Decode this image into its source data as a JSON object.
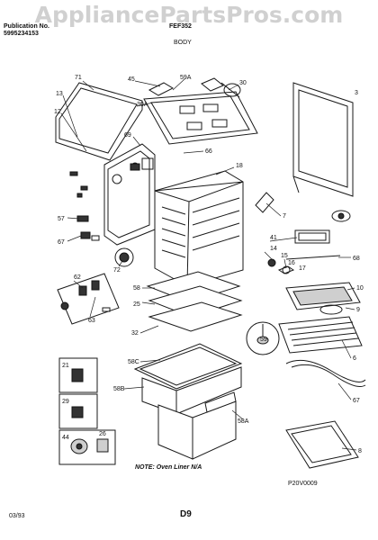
{
  "header": {
    "publication_label": "Publication No.",
    "publication_number": "5995234153",
    "model": "FEF352",
    "section": "BODY"
  },
  "watermark": "AppliancePartsPros.com",
  "callouts": [
    "71",
    "13",
    "12",
    "45",
    "59A",
    "30",
    "3",
    "30A",
    "69",
    "66",
    "18",
    "57",
    "67",
    "72",
    "7",
    "41",
    "14",
    "15",
    "16",
    "17",
    "68",
    "62",
    "63",
    "10",
    "58",
    "25",
    "9",
    "32",
    "59",
    "6",
    "21",
    "58C",
    "58B",
    "29",
    "67",
    "44",
    "26",
    "58A",
    "8"
  ],
  "note": "NOTE: Oven Liner N/A",
  "figure_code": "P20V0009",
  "footer": {
    "date": "03/93",
    "page": "D9"
  },
  "colors": {
    "line": "#1a1a1a",
    "watermark": "#6e6e6e"
  }
}
